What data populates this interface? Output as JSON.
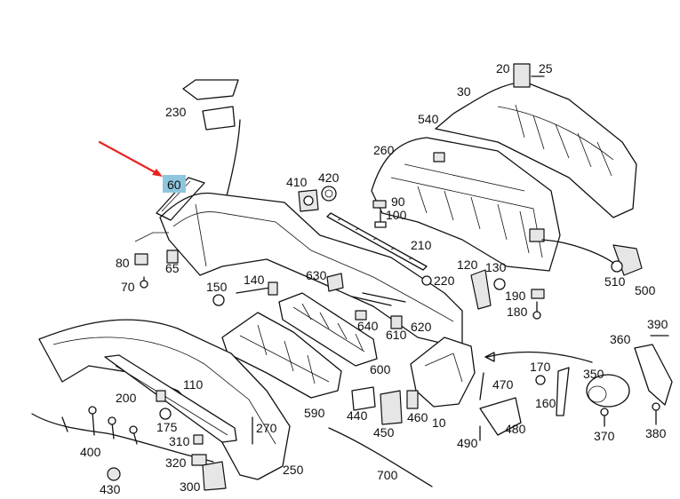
{
  "diagram": {
    "highlight_color": "#8ec6de",
    "arrow_color": "#e8231f",
    "line_color": "#111111",
    "highlighted_part": "60",
    "labels": {
      "p10": "10",
      "p20": "20",
      "p25": "25",
      "p30": "30",
      "p60": "60",
      "p65": "65",
      "p70": "70",
      "p80": "80",
      "p90": "90",
      "p100": "100",
      "p110": "110",
      "p120": "120",
      "p130": "130",
      "p140": "140",
      "p150": "150",
      "p160": "160",
      "p170": "170",
      "p175": "175",
      "p180": "180",
      "p190": "190",
      "p200": "200",
      "p210": "210",
      "p220": "220",
      "p230": "230",
      "p250": "250",
      "p260": "260",
      "p270": "270",
      "p300": "300",
      "p310": "310",
      "p320": "320",
      "p350": "350",
      "p360": "360",
      "p370": "370",
      "p380": "380",
      "p390": "390",
      "p400": "400",
      "p410": "410",
      "p420": "420",
      "p430": "430",
      "p440": "440",
      "p450": "450",
      "p460": "460",
      "p470": "470",
      "p480": "480",
      "p490": "490",
      "p500": "500",
      "p510": "510",
      "p540": "540",
      "p590": "590",
      "p600": "600",
      "p610": "610",
      "p620": "620",
      "p630": "630",
      "p640": "640",
      "p700": "700"
    }
  }
}
